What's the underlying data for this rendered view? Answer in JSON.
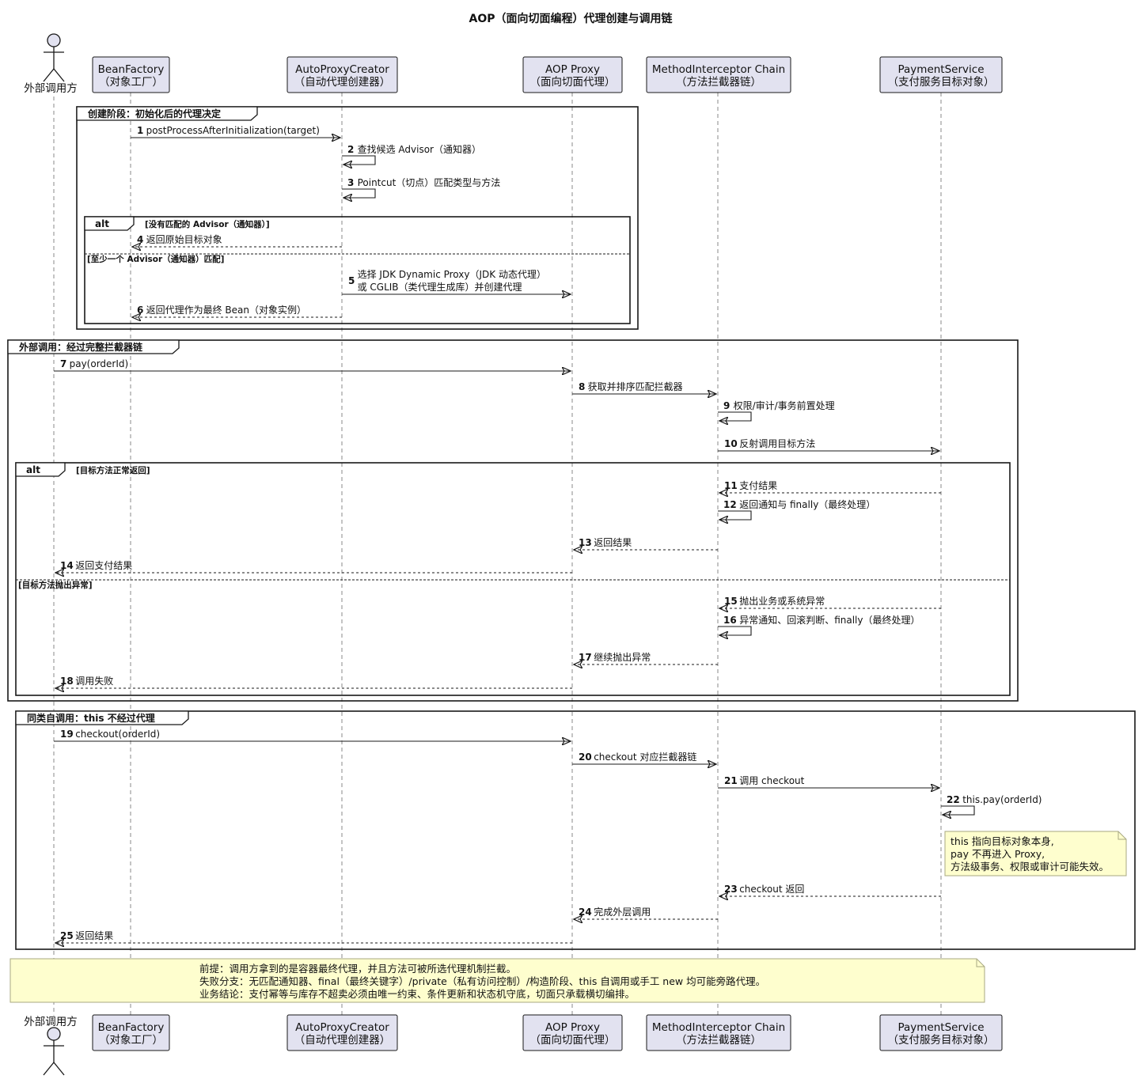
{
  "title": "AOP（面向切面编程）代理创建与调用链",
  "participants": [
    {
      "id": "caller",
      "kind": "actor",
      "lines": [
        "外部调用方"
      ]
    },
    {
      "id": "bf",
      "kind": "box",
      "lines": [
        "BeanFactory",
        "（对象工厂）"
      ]
    },
    {
      "id": "apc",
      "kind": "box",
      "lines": [
        "AutoProxyCreator",
        "（自动代理创建器）"
      ]
    },
    {
      "id": "proxy",
      "kind": "box",
      "lines": [
        "AOP Proxy",
        "（面向切面代理）"
      ]
    },
    {
      "id": "chain",
      "kind": "box",
      "lines": [
        "MethodInterceptor Chain",
        "（方法拦截器链）"
      ]
    },
    {
      "id": "ps",
      "kind": "box",
      "lines": [
        "PaymentService",
        "（支付服务目标对象）"
      ]
    }
  ],
  "groups": [
    {
      "id": "g1",
      "label": "创建阶段：初始化后的代理决定",
      "kind": "group"
    },
    {
      "id": "alt1",
      "label": "alt",
      "kind": "alt",
      "conditions": [
        "[没有匹配的 Advisor（通知器）]",
        "[至少一个 Advisor（通知器）匹配]"
      ]
    },
    {
      "id": "g2",
      "label": "外部调用：经过完整拦截器链",
      "kind": "group"
    },
    {
      "id": "alt2",
      "label": "alt",
      "kind": "alt",
      "conditions": [
        "[目标方法正常返回]",
        "[目标方法抛出异常]"
      ]
    },
    {
      "id": "g3",
      "label": "同类自调用：this 不经过代理",
      "kind": "group"
    }
  ],
  "messages": [
    {
      "n": "1",
      "from": "bf",
      "to": "apc",
      "type": "sync",
      "lines": [
        "postProcessAfterInitialization(target)"
      ]
    },
    {
      "n": "2",
      "from": "apc",
      "to": "apc",
      "type": "self",
      "lines": [
        "查找候选 Advisor（通知器）"
      ]
    },
    {
      "n": "3",
      "from": "apc",
      "to": "apc",
      "type": "self",
      "lines": [
        "Pointcut（切点）匹配类型与方法"
      ]
    },
    {
      "n": "4",
      "from": "apc",
      "to": "bf",
      "type": "return",
      "lines": [
        "返回原始目标对象"
      ]
    },
    {
      "n": "5",
      "from": "apc",
      "to": "proxy",
      "type": "sync",
      "lines": [
        "选择 JDK Dynamic Proxy（JDK 动态代理）",
        "或 CGLIB（类代理生成库）并创建代理"
      ]
    },
    {
      "n": "6",
      "from": "apc",
      "to": "bf",
      "type": "return",
      "lines": [
        "返回代理作为最终 Bean（对象实例）"
      ]
    },
    {
      "n": "7",
      "from": "caller",
      "to": "proxy",
      "type": "sync",
      "lines": [
        "pay(orderId)"
      ]
    },
    {
      "n": "8",
      "from": "proxy",
      "to": "chain",
      "type": "sync",
      "lines": [
        "获取并排序匹配拦截器"
      ]
    },
    {
      "n": "9",
      "from": "chain",
      "to": "chain",
      "type": "self",
      "lines": [
        "权限/审计/事务前置处理"
      ]
    },
    {
      "n": "10",
      "from": "chain",
      "to": "ps",
      "type": "sync",
      "lines": [
        "反射调用目标方法"
      ]
    },
    {
      "n": "11",
      "from": "ps",
      "to": "chain",
      "type": "return",
      "lines": [
        "支付结果"
      ]
    },
    {
      "n": "12",
      "from": "chain",
      "to": "chain",
      "type": "self",
      "lines": [
        "返回通知与 finally（最终处理）"
      ]
    },
    {
      "n": "13",
      "from": "chain",
      "to": "proxy",
      "type": "return",
      "lines": [
        "返回结果"
      ]
    },
    {
      "n": "14",
      "from": "proxy",
      "to": "caller",
      "type": "return",
      "lines": [
        "返回支付结果"
      ]
    },
    {
      "n": "15",
      "from": "ps",
      "to": "chain",
      "type": "return",
      "lines": [
        "抛出业务或系统异常"
      ]
    },
    {
      "n": "16",
      "from": "chain",
      "to": "chain",
      "type": "self",
      "lines": [
        "异常通知、回滚判断、finally（最终处理）"
      ]
    },
    {
      "n": "17",
      "from": "chain",
      "to": "proxy",
      "type": "return",
      "lines": [
        "继续抛出异常"
      ]
    },
    {
      "n": "18",
      "from": "proxy",
      "to": "caller",
      "type": "return",
      "lines": [
        "调用失败"
      ]
    },
    {
      "n": "19",
      "from": "caller",
      "to": "proxy",
      "type": "sync",
      "lines": [
        "checkout(orderId)"
      ]
    },
    {
      "n": "20",
      "from": "proxy",
      "to": "chain",
      "type": "sync",
      "lines": [
        "checkout 对应拦截器链"
      ]
    },
    {
      "n": "21",
      "from": "chain",
      "to": "ps",
      "type": "sync",
      "lines": [
        "调用 checkout"
      ]
    },
    {
      "n": "22",
      "from": "ps",
      "to": "ps",
      "type": "self",
      "lines": [
        "this.pay(orderId)"
      ]
    },
    {
      "n": "23",
      "from": "ps",
      "to": "chain",
      "type": "return",
      "lines": [
        "checkout 返回"
      ]
    },
    {
      "n": "24",
      "from": "chain",
      "to": "proxy",
      "type": "return",
      "lines": [
        "完成外层调用"
      ]
    },
    {
      "n": "25",
      "from": "proxy",
      "to": "caller",
      "type": "return",
      "lines": [
        "返回结果"
      ]
    }
  ],
  "notes": [
    {
      "id": "note-self-invocation",
      "lines": [
        "this 指向目标对象本身,",
        "pay 不再进入 Proxy,",
        "方法级事务、权限或审计可能失效。"
      ]
    },
    {
      "id": "note-footer",
      "lines": [
        "前提：调用方拿到的是容器最终代理，并且方法可被所选代理机制拦截。",
        "失败分支：无匹配通知器、final（最终关键字）/private（私有访问控制）/构造阶段、this 自调用或手工 new 均可能旁路代理。",
        "业务结论：支付幂等与库存不超卖必须由唯一约束、条件更新和状态机守底，切面只承载横切编排。"
      ]
    }
  ],
  "colors": {
    "participant_fill": "#e2e2f0",
    "participant_border": "#181818",
    "note_fill": "#fefece",
    "note_border": "#a8a882",
    "line": "#181818",
    "lifeline": "#888888"
  }
}
